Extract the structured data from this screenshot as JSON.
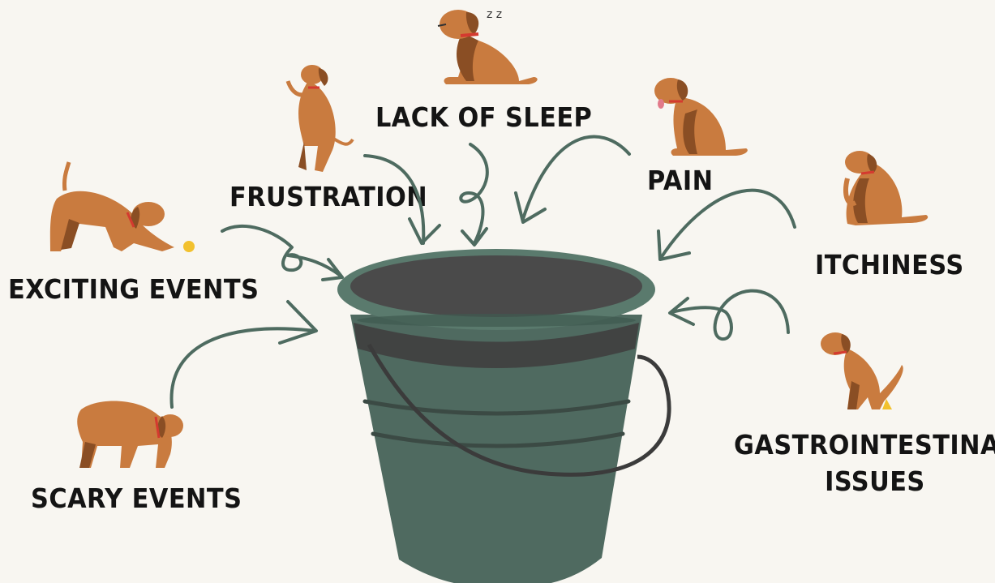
{
  "labels": {
    "lack_of_sleep": "LACK OF SLEEP",
    "frustration": "FRUSTRATION",
    "pain": "PAIN",
    "exciting_events": "EXCITING EVENTS",
    "itchiness": "ITCHINESS",
    "scary_events": "SCARY EVENTS",
    "gastro_line1": "GASTROINTESTINAL",
    "gastro_line2": "ISSUES"
  },
  "colors": {
    "background": "#f8f6f1",
    "bucket": "#4f6a60",
    "bucket_rim": "#5a7a6d",
    "bucket_inner": "#4a4a4a",
    "arrow": "#4e6b60",
    "dog": "#c97b3f",
    "dog_dark": "#8a4e24",
    "collar": "#d43a2f",
    "ball": "#f2c12e"
  },
  "icons": [
    "bucket-icon",
    "dog-sleeping-icon",
    "dog-jumping-icon",
    "dog-panting-icon",
    "dog-playbow-icon",
    "dog-scratching-icon",
    "dog-scared-icon",
    "dog-pooping-icon"
  ],
  "sleep_mark": "z z"
}
